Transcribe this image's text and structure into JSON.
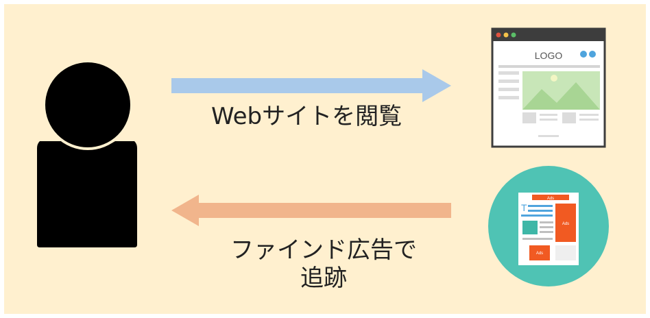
{
  "diagram": {
    "labels": {
      "browse": "Webサイトを閲覧",
      "track_line1": "ファインド広告で",
      "track_line2": "追跡"
    },
    "website_logo_text": "LOGO",
    "ad_text": "Ads",
    "colors": {
      "background": "#fff0cf",
      "arrow_to_site": "#a9c9ea",
      "arrow_to_user": "#f1b58c",
      "ad_circle": "#4fc3b4",
      "ad_orange": "#f15a22",
      "person": "#000000"
    }
  }
}
